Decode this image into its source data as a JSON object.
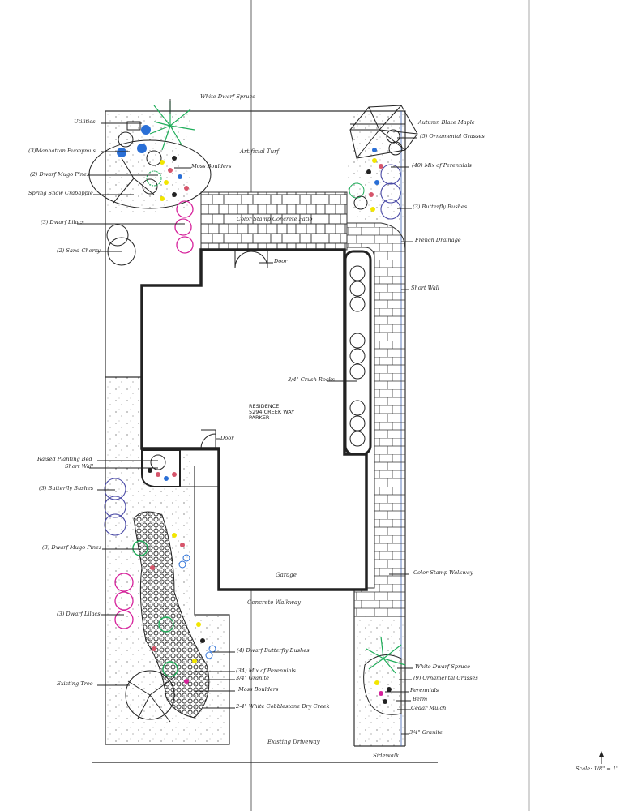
{
  "plan": {
    "residence": {
      "line1": "RESIDENCE",
      "line2": "5294 CREEK WAY",
      "line3": "PARKER"
    },
    "areas": {
      "artificial_turf": "Artificial Turf",
      "patio": "Color Stamp Concrete Patio",
      "door_top": "Door",
      "door_side": "Door",
      "crush_rocks": "3/4\" Crush Rocks",
      "garage": "Garage",
      "concrete_walkway": "Concrete Walkway",
      "existing_driveway": "Existing Driveway",
      "sidewalk": "Sidewalk"
    },
    "left_labels": {
      "white_dwarf_spruce": "White Dwarf Spruce",
      "utilities": "Utilities",
      "manhattan_euonymus": "(3)Manhattan Euonymus",
      "moss_boulders_top": "Moss Boulders",
      "dwarf_mugo_pines_top": "(2) Dwarf Mugo Pines",
      "crabapple": "Spring Snow Crabapple",
      "dwarf_lilacs_top": "(3) Dwarf Lilacs",
      "sand_cherry": "(2) Sand Cherry",
      "raised_bed": "Raised Planting Bed",
      "short_wall_left": "Short Wall",
      "butterfly_bushes_left": "(3) Butterfly Bushes",
      "dwarf_mugo_pines_bottom": "(3) Dwarf Mugo Pines",
      "dwarf_lilacs_bottom": "(3) Dwarf Lilacs",
      "existing_tree": "Existing Tree"
    },
    "right_labels": {
      "autumn_blaze_maple": "Autumn Blaze Maple",
      "ornamental_grasses_top": "(5) Ornamental Grasses",
      "perennials_40": "(40) Mix of Perennials",
      "butterfly_bushes_right": "(3) Butterfly Bushes",
      "french_drainage": "French Drainage",
      "short_wall_right": "Short Wall",
      "color_stamp_walkway": "Color Stamp Walkway",
      "dwarf_butterfly_bushes": "(4) Dwarf Butterfly Bushes",
      "perennials_34": "(34) Mix of Perennials",
      "granite_mid": "3/4\" Granite",
      "moss_boulders_bottom": "Moss Boulders",
      "dry_creek": "2-4\" White Cobblestone Dry Creek",
      "white_dwarf_spruce_bottom": "White Dwarf Spruce",
      "ornamental_grasses_bottom": "(9) Ornamental Grasses",
      "perennials": "Perennials",
      "berm": "Berm",
      "cedar_mulch": "Cedar Mulch",
      "granite_bottom": "3/4\" Granite"
    },
    "scale": "Scale: 1/8\" = 1'"
  },
  "colors": {
    "spruce": "#1fae5a",
    "euonymus": "#2a6fd6",
    "lilac": "#d6219b",
    "butterfly": "#4a4aa6",
    "perennial_yellow": "#f2e600",
    "perennial_pink": "#d6556b"
  }
}
